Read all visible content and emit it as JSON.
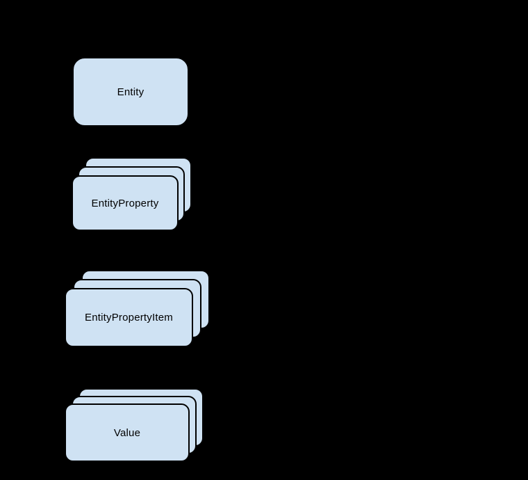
{
  "canvas": {
    "background_color": "#000000"
  },
  "diagram": {
    "node_fill_color": "#cfe2f3",
    "node_border_color": "#000000",
    "node_text_color": "#000000",
    "nodes": [
      {
        "id": "entity",
        "label": "Entity",
        "stacked": false,
        "instances": 1
      },
      {
        "id": "entity-property",
        "label": "EntityProperty",
        "stacked": true,
        "instances": 3
      },
      {
        "id": "entity-property-item",
        "label": "EntityPropertyItem",
        "stacked": true,
        "instances": 3
      },
      {
        "id": "value",
        "label": "Value",
        "stacked": true,
        "instances": 3
      }
    ]
  }
}
